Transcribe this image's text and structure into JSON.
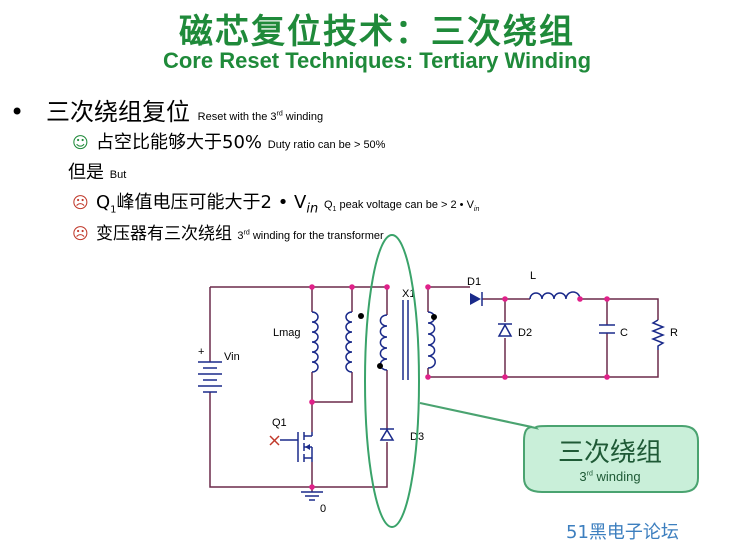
{
  "title": {
    "cn": "磁芯复位技术：三次绕组",
    "en": "Core Reset Techniques: Tertiary Winding"
  },
  "bullet": {
    "main_cn": "三次绕组复位",
    "main_en_pre": "Reset with the 3",
    "main_en_sup": "rd",
    "main_en_post": " winding"
  },
  "items": [
    {
      "cn": "占空比能够大于50%",
      "en": "Duty ratio can be > 50%"
    },
    {
      "cn": "但是",
      "en": "But"
    },
    {
      "cn_pre": "Q",
      "cn_sub": "1",
      "cn_post": "峰值电压可能大于2 • V",
      "cn_sub2": "in",
      "en_pre": "Q",
      "en_sub": "1",
      "en_post": " peak voltage can be > 2 • V",
      "en_sub2": "in"
    },
    {
      "cn": "变压器有三次绕组",
      "en_pre": "3",
      "en_sup": "rd",
      "en_post": " winding for the transformer"
    }
  ],
  "icons": [
    "smiley-icon",
    "frown-icon",
    "frown-icon"
  ],
  "circuit": {
    "labels": {
      "vin": "Vin",
      "lmag": "Lmag",
      "q1": "Q1",
      "x1": "X1",
      "d1": "D1",
      "l": "L",
      "d2": "D2",
      "c": "C",
      "r": "R",
      "d3": "D3",
      "gnd": "0"
    },
    "wire_color": "#6b2a4a",
    "node_color": "#e0218a",
    "component_color": "#1a2a8a"
  },
  "callout": {
    "cn": "三次绕组",
    "en_pre": "3",
    "en_sup": "rd",
    "en_post": " winding",
    "fill": "#c9efd9",
    "stroke": "#4aa370"
  },
  "watermark": "51黑电子论坛"
}
